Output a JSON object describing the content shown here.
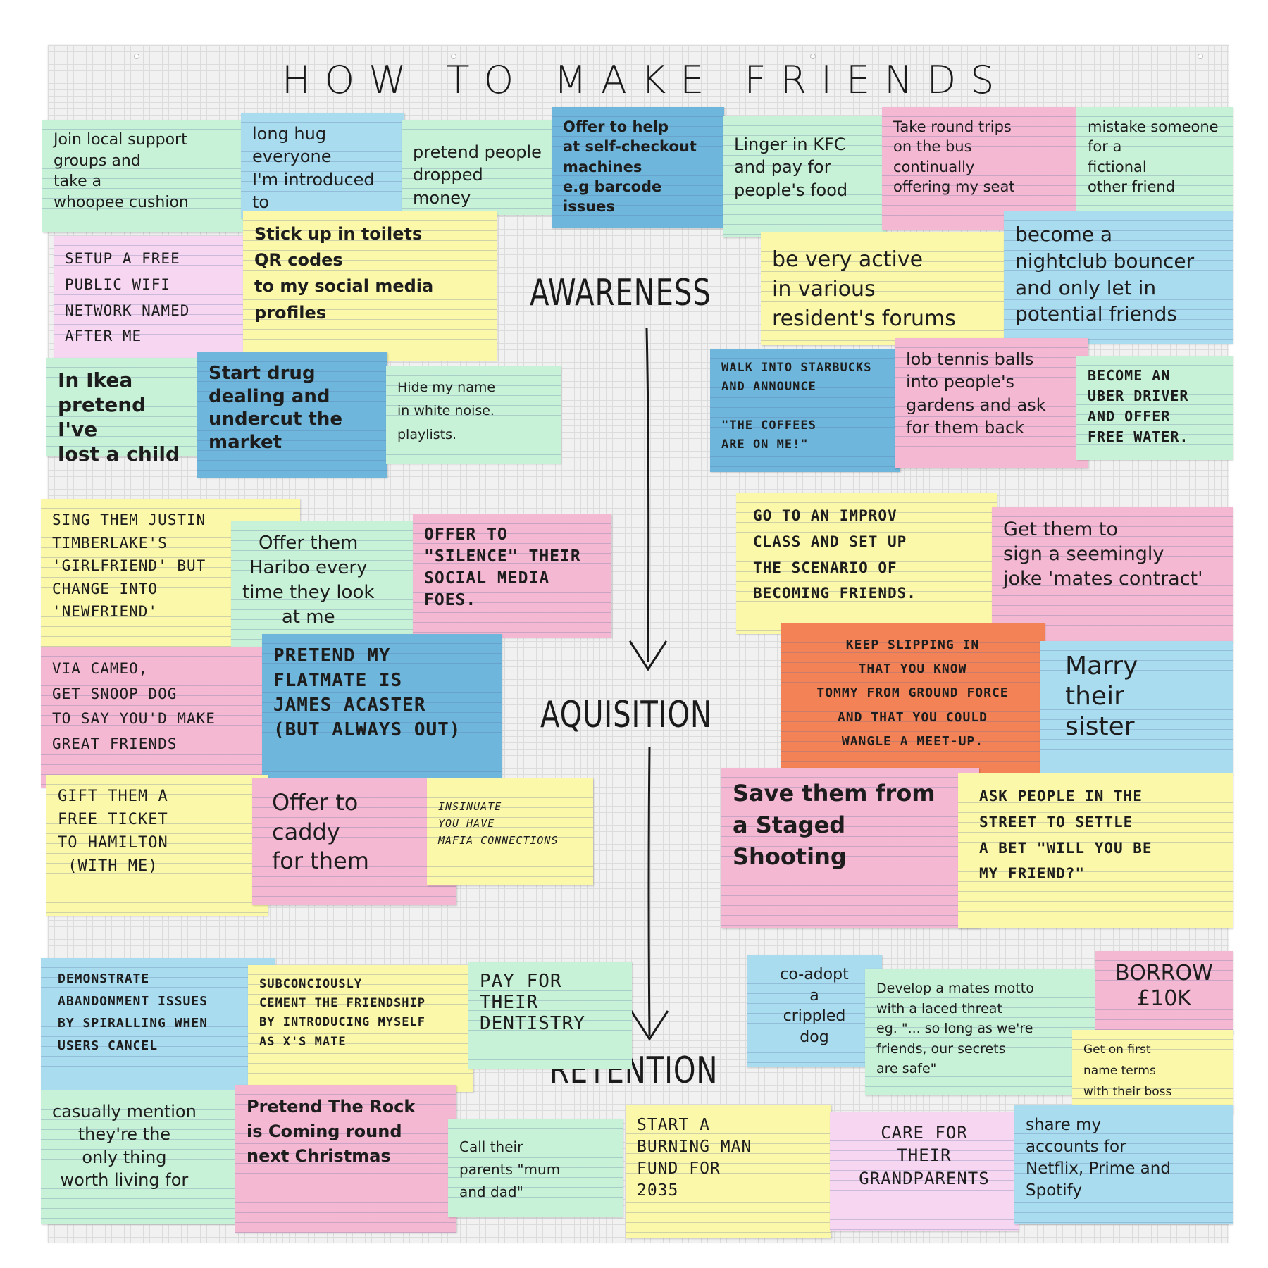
{
  "title": "HOW TO MAKE FRIENDS",
  "stages": {
    "awareness": "AWARENESS",
    "aquisition": "AQUISITION",
    "retention": "RETENTION"
  },
  "colors": {
    "green": "#c8f2d7",
    "blue": "#a9dcef",
    "dark_blue": "#6fb6dc",
    "yellow": "#fbf8a9",
    "pink": "#f5b8d2",
    "light_pink": "#f6d6f1",
    "orange": "#f38257"
  },
  "notes": {
    "n01": "Join local support\ngroups and\ntake a\nwhoopee cushion",
    "n02": "long hug\neveryone\nI'm introduced to",
    "n03": "pretend people\ndropped money",
    "n04": "Offer to help\nat self-checkout\nmachines\ne.g barcode issues",
    "n05": "Linger in KFC\nand pay for\npeople's food",
    "n06": "Take round trips\non the bus\ncontinually\noffering my seat",
    "n07": "mistake someone\nfor a\nfictional\nother friend",
    "n08": "SETUP A FREE\nPUBLIC WIFI\nNETWORK NAMED\nAFTER ME",
    "n09": "Stick up in toilets\nQR codes\nto my social media\nprofiles",
    "n10": "be very active\nin various\nresident's forums",
    "n11": "become a\nnightclub bouncer\nand only let in\npotential friends",
    "n12": "In Ikea\npretend I've\nlost a child",
    "n13": "Start drug\ndealing and\nundercut the\nmarket",
    "n14": "Hide my name\nin white noise.\nplaylists.",
    "n15": "WALK INTO STARBUCKS\nAND ANNOUNCE\n\n\"THE COFFEES\nARE ON ME!\"",
    "n16": "lob tennis balls\ninto people's\ngardens and ask\nfor them back",
    "n17": "BECOME AN\nUBER DRIVER\nAND OFFER\nFREE WATER.",
    "n18": "SING THEM JUSTIN\nTIMBERLAKE'S\n'GIRLFRIEND' BUT\nCHANGE INTO\n'NEWFRIEND'",
    "n19": "Offer them\nHaribo every\ntime they look\nat me",
    "n20": "OFFER TO\n\"SILENCE\" THEIR\nSOCIAL MEDIA\nFOES.",
    "n21": "GO TO AN IMPROV\nCLASS AND SET UP\nTHE SCENARIO OF\nBECOMING FRIENDS.",
    "n22": "Get them to\nsign a seemingly\njoke 'mates contract'",
    "n23": "VIA CAMEO,\nGET SNOOP DOG\nTO SAY YOU'D MAKE\nGREAT FRIENDS",
    "n24": "PRETEND MY\nFLATMATE IS\nJAMES ACASTER\n(BUT ALWAYS OUT)",
    "n25": "KEEP SLIPPING IN\nTHAT YOU KNOW\nTOMMY FROM GROUND FORCE\nAND THAT YOU COULD\nWANGLE A MEET-UP.",
    "n26": "Marry\ntheir\nsister",
    "n27": "GIFT THEM A\nFREE TICKET\nTO HAMILTON\n(with me)",
    "n28": "Offer to\ncaddy\nfor them",
    "n29": "INSINUATE\nYOU HAVE\nMAFIA connections",
    "n30": "Save them from\na Staged\nShooting",
    "n31": "ASK PEOPLE IN THE\nSTREET TO SETTLE\nA BET \"WILL YOU BE\nMY FRIEND?\"",
    "n32": "DEMONSTRATE\nABANDONMENT ISSUES\nBY SPIRALLING WHEN\nUSERS CANCEL",
    "n33": "SUBCONCIOUSLY\nCEMENT THE FRIENDSHIP\nBY INTRODUCING MYSELF\nAS X'S MATE",
    "n34": "PAY FOR\nTHEIR\nDENTISTRY",
    "n35": "co-adopt\na\ncrippled\ndog",
    "n36": "Develop a mates motto\nwith a laced threat\neg. \"... so long as we're\nfriends, our secrets\nare safe\"",
    "n37": "BORROW\n£10K",
    "n38": "Get on first\nname terms\nwith their boss",
    "n39": "casually mention\nthey're the\nonly thing\nworth living for",
    "n40": "Pretend The Rock\nis Coming round\nnext Christmas",
    "n41": "Call their\nparents \"mum\nand dad\"",
    "n42": "START A\nBURNING MAN\nFUND FOR\n2035",
    "n43": "CARE FOR\nTHEIR\nGRANDPARENTS",
    "n44": "share my\naccounts for\nNetflix, Prime and\nSpotify"
  }
}
